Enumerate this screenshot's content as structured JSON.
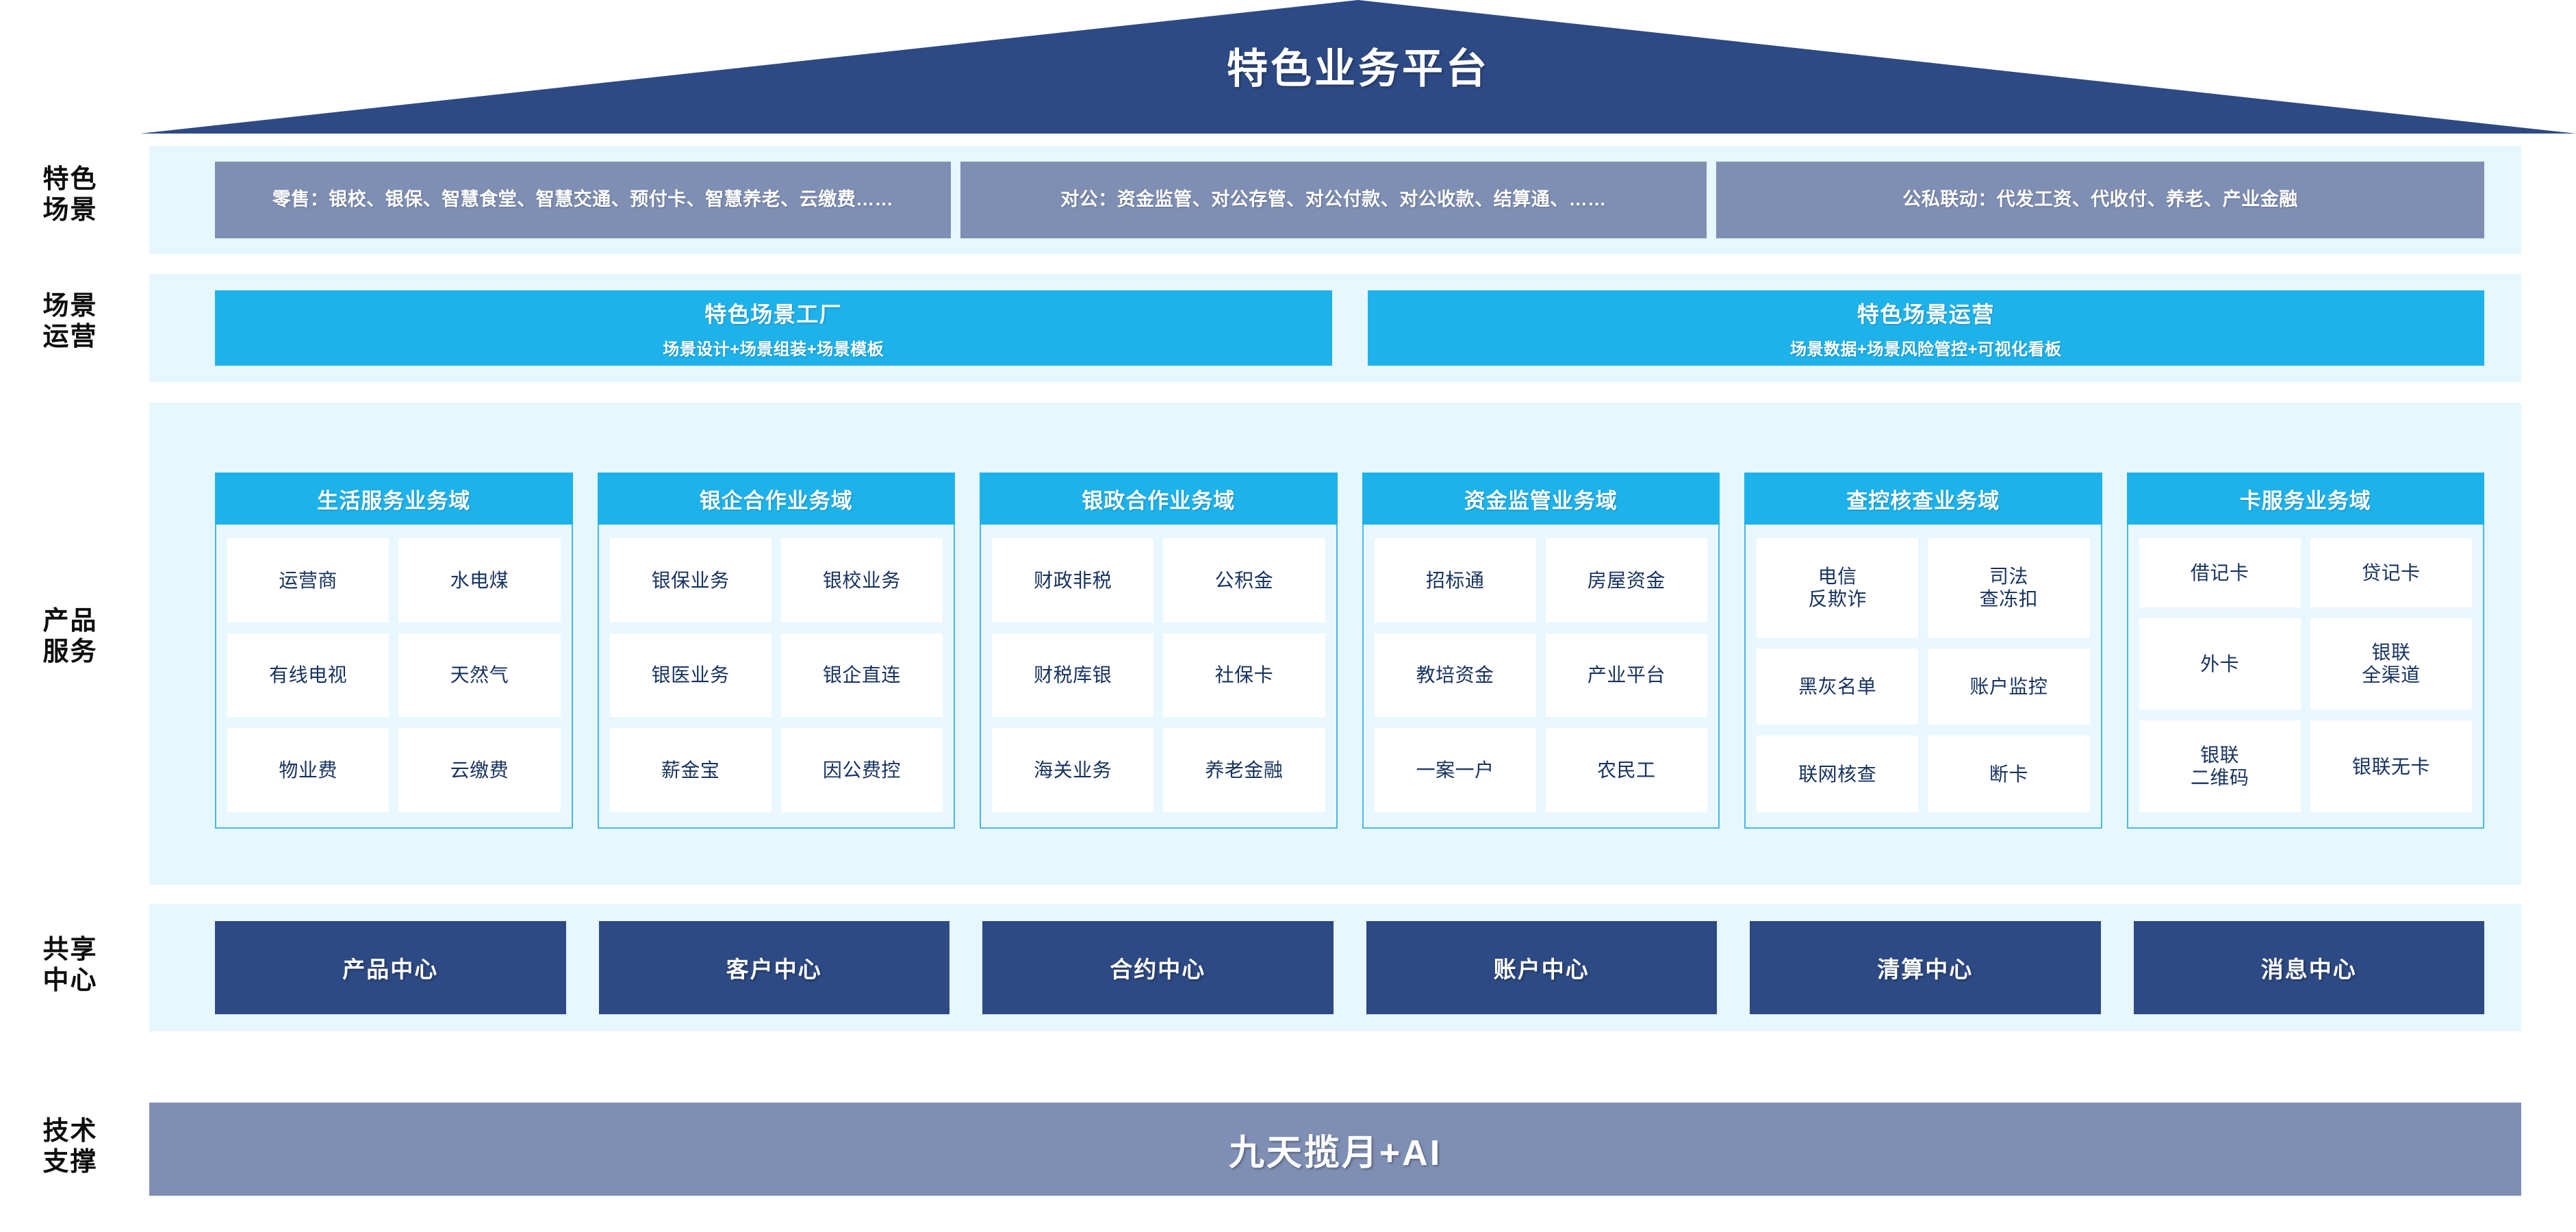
{
  "header": {
    "title": "特色业务平台"
  },
  "row_labels": {
    "scenarios": "特色\n场景",
    "operations": "场景\n运营",
    "products": "产品\n服务",
    "shared": "共享\n中心",
    "tech": "技术\n支撑"
  },
  "scenarios": {
    "boxes": [
      {
        "key": "retail",
        "text": "零售：银校、银保、智慧食堂、智慧交通、预付卡、智慧养老、云缴费……"
      },
      {
        "key": "corporate",
        "text": "对公：资金监管、对公存管、对公付款、对公收款、结算通、……"
      },
      {
        "key": "linkage",
        "text": "公私联动：代发工资、代收付、养老、产业金融"
      }
    ]
  },
  "operations": {
    "boxes": [
      {
        "title": "特色场景工厂",
        "subtitle": "场景设计+场景组装+场景模板"
      },
      {
        "title": "特色场景运营",
        "subtitle": "场景数据+场景风险管控+可视化看板"
      }
    ]
  },
  "product_domains": [
    {
      "title": "生活服务业务域",
      "items": [
        "运营商",
        "水电煤",
        "有线电视",
        "天然气",
        "物业费",
        "云缴费"
      ]
    },
    {
      "title": "银企合作业务域",
      "items": [
        "银保业务",
        "银校业务",
        "银医业务",
        "银企直连",
        "薪金宝",
        "因公费控"
      ]
    },
    {
      "title": "银政合作业务域",
      "items": [
        "财政非税",
        "公积金",
        "财税库银",
        "社保卡",
        "海关业务",
        "养老金融"
      ]
    },
    {
      "title": "资金监管业务域",
      "items": [
        "招标通",
        "房屋资金",
        "教培资金",
        "产业平台",
        "一案一户",
        "农民工"
      ]
    },
    {
      "title": "查控核查业务域",
      "items": [
        "电信\n反欺诈",
        "司法\n查冻扣",
        "黑灰名单",
        "账户监控",
        "联网核查",
        "断卡"
      ]
    },
    {
      "title": "卡服务业务域",
      "items": [
        "借记卡",
        "贷记卡",
        "外卡",
        "银联\n全渠道",
        "银联\n二维码",
        "银联无卡"
      ]
    }
  ],
  "shared_centers": [
    "产品中心",
    "客户中心",
    "合约中心",
    "账户中心",
    "清算中心",
    "消息中心"
  ],
  "tech_support": {
    "label": "九天揽月+AI"
  },
  "colors": {
    "navy": "#2e4a84",
    "slate": "#7f8fb4",
    "cyan": "#1eb2ea",
    "band": "#e6f7fd",
    "cell_text": "#16325f"
  }
}
